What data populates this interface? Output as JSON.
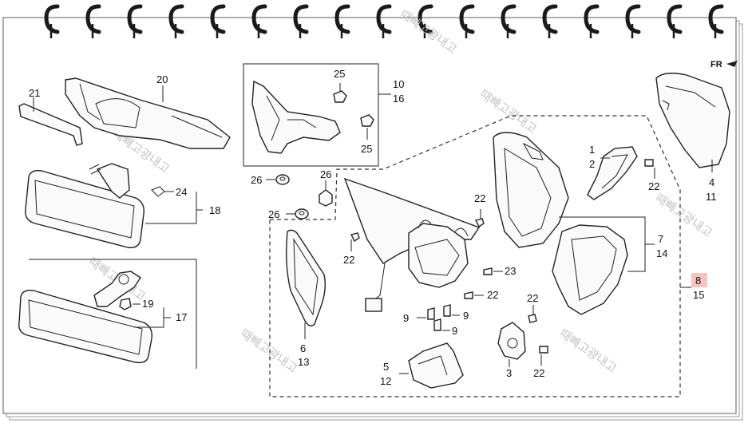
{
  "watermark": "때빼고광내고",
  "callouts": {
    "c1": "1",
    "c2": "2",
    "c3": "3",
    "c4": "4",
    "c5": "5",
    "c6": "6",
    "c7": "7",
    "c8": "8",
    "c9": "9",
    "c10": "10",
    "c11": "11",
    "c12": "12",
    "c13": "13",
    "c14": "14",
    "c15": "15",
    "c16": "16",
    "c17": "17",
    "c18": "18",
    "c19": "19",
    "c20": "20",
    "c21": "21",
    "c22": "22",
    "c23": "23",
    "c24": "24",
    "c25": "25",
    "c26": "26"
  },
  "front_marker": "FR",
  "colors": {
    "highlight": "#f6c2c2",
    "ink": "#222222",
    "ring": "#1a1a1a"
  }
}
